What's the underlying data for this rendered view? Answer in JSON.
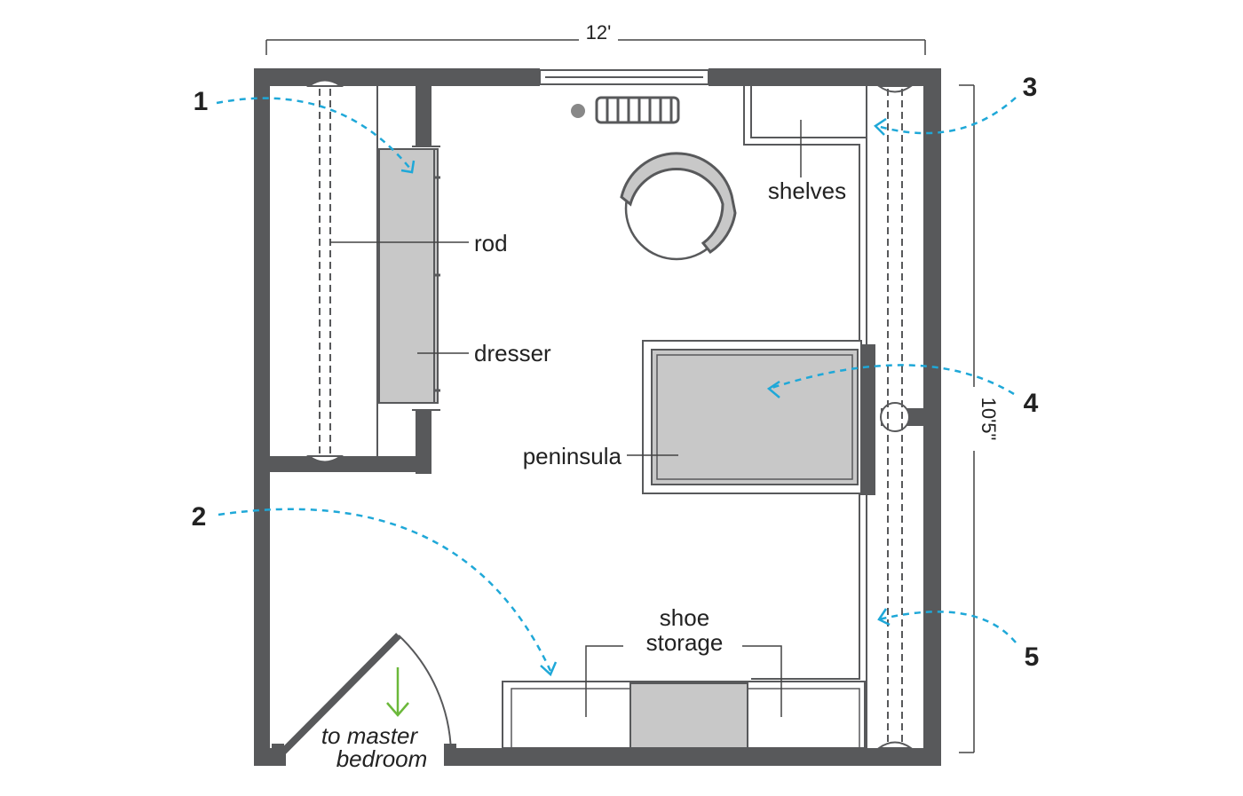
{
  "dimensions": {
    "width_label": "12'",
    "height_label": "10'5\""
  },
  "labels": {
    "rod": "rod",
    "dresser": "dresser",
    "shelves": "shelves",
    "peninsula": "peninsula",
    "shoe_line1": "shoe",
    "shoe_line2": "storage",
    "exit_line1": "to master",
    "exit_line2": "bedroom"
  },
  "viewpoints": [
    {
      "number": "1"
    },
    {
      "number": "2"
    },
    {
      "number": "3"
    },
    {
      "number": "4"
    },
    {
      "number": "5"
    }
  ],
  "colors": {
    "wall": "#58595b",
    "furniture": "#c8c8c8",
    "viewpoint_arrow": "#1fa8d8",
    "exit_arrow": "#6bb83a"
  }
}
